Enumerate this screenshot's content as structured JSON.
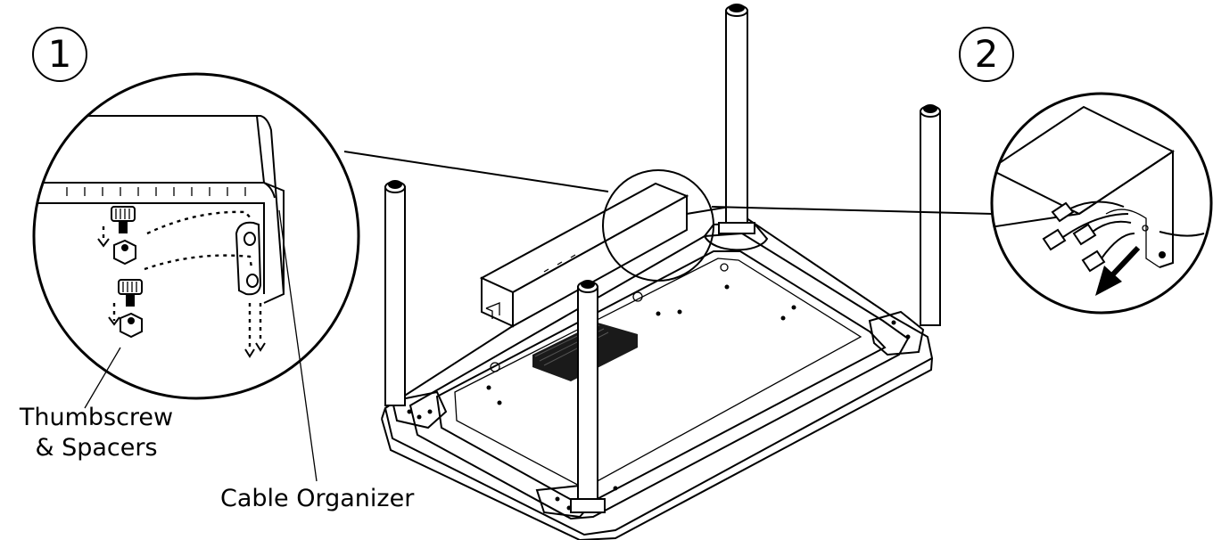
{
  "steps": {
    "step1": "1",
    "step2": "2"
  },
  "labels": {
    "thumbscrew_line1": "Thumbscrew",
    "thumbscrew_line2": "& Spacers",
    "cable_organizer": "Cable Organizer"
  },
  "icons": {
    "direction_arrow": "arrow-down-left-icon"
  },
  "colors": {
    "stroke": "#000000",
    "background": "#ffffff",
    "power_module": "#1a1a1a"
  }
}
